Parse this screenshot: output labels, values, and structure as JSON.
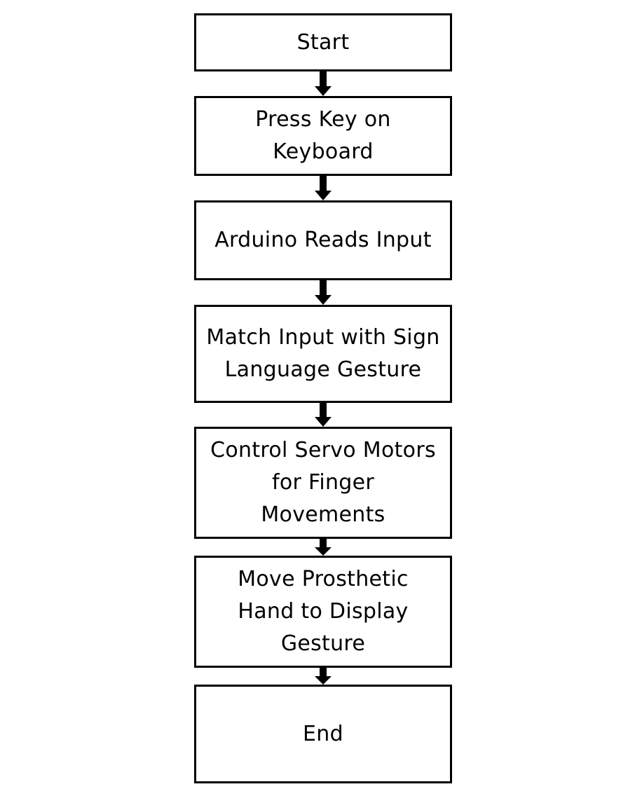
{
  "flowchart": {
    "steps": [
      {
        "id": "start",
        "lines": [
          "Start"
        ]
      },
      {
        "id": "press-key",
        "lines": [
          "Press Key on",
          "Keyboard"
        ]
      },
      {
        "id": "arduino-reads",
        "lines": [
          "Arduino Reads Input"
        ]
      },
      {
        "id": "match-input",
        "lines": [
          "Match Input with Sign",
          "Language Gesture"
        ]
      },
      {
        "id": "control-servo",
        "lines": [
          "Control Servo Motors",
          "for Finger",
          "Movements"
        ]
      },
      {
        "id": "move-hand",
        "lines": [
          "Move Prosthetic",
          "Hand to Display",
          "Gesture"
        ]
      },
      {
        "id": "end",
        "lines": [
          "End"
        ]
      }
    ],
    "edges": [
      {
        "from": "start",
        "to": "press-key"
      },
      {
        "from": "press-key",
        "to": "arduino-reads"
      },
      {
        "from": "arduino-reads",
        "to": "match-input"
      },
      {
        "from": "match-input",
        "to": "control-servo"
      },
      {
        "from": "control-servo",
        "to": "move-hand"
      },
      {
        "from": "move-hand",
        "to": "end"
      }
    ],
    "colors": {
      "stroke": "#000000",
      "fill": "#ffffff",
      "text": "#000000"
    }
  }
}
